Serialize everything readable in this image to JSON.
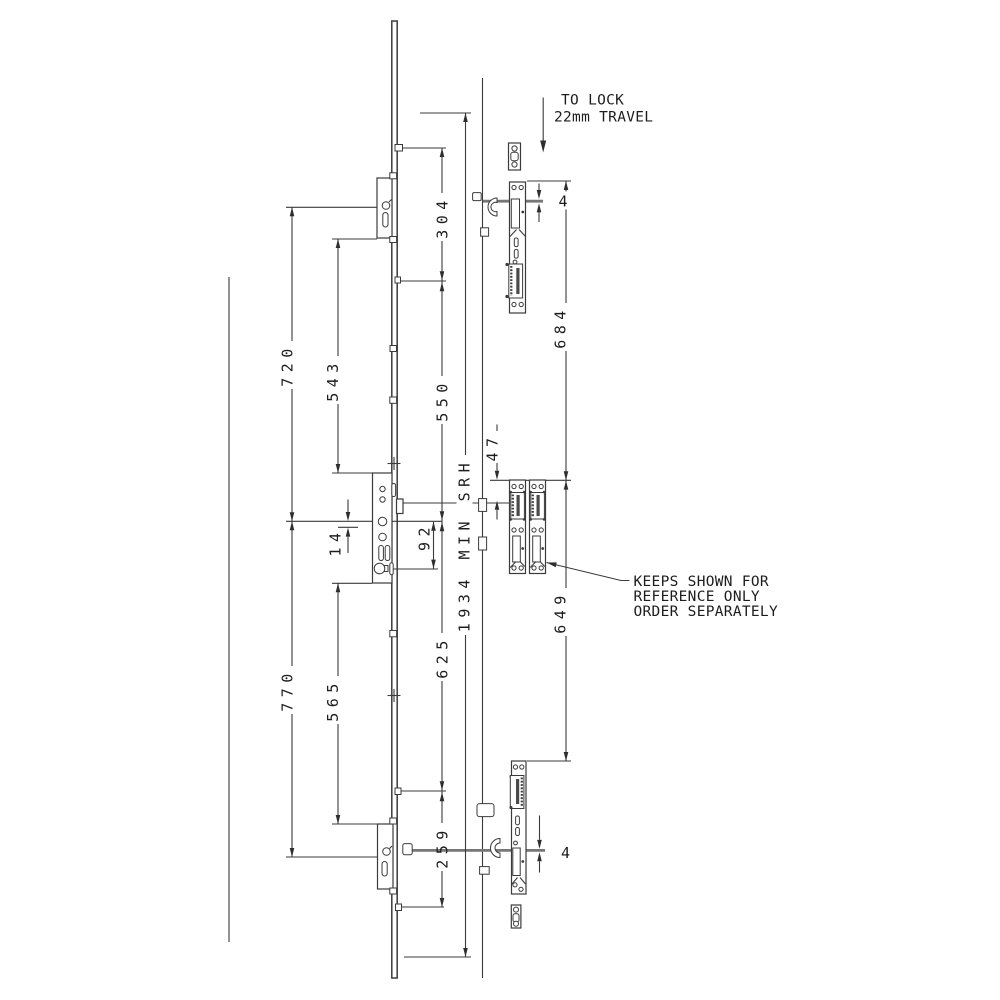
{
  "dimensions": {
    "outer_top": "720",
    "inner_top": "543",
    "follower_offset": "14",
    "inner_bottom": "565",
    "outer_bottom": "770",
    "cylinder_pz": "92",
    "top_keep_spacing": "304",
    "upper_spacing": "550",
    "lower_spacing": "625",
    "bottom_keep_spacing": "259",
    "overall": "1934 MIN SRH",
    "keeps_upper_span": "684",
    "keeps_lower_span": "649",
    "keep_edge_offset": "47",
    "bolt_plate_top": "4",
    "bolt_plate_bottom": "4"
  },
  "notes": {
    "travel_1": "TO LOCK",
    "travel_2": "22mm TRAVEL",
    "keeps_1": "KEEPS SHOWN FOR",
    "keeps_2": "REFERENCE ONLY",
    "keeps_3": "ORDER SEPARATELY"
  },
  "colors": {
    "line": "#3b3b3b",
    "bolt": "#777777",
    "background": "#ffffff"
  }
}
